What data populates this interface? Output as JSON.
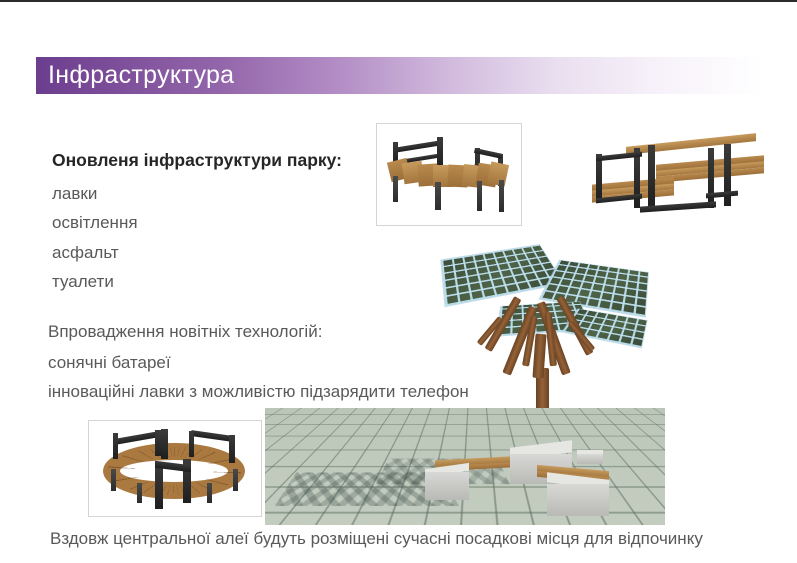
{
  "slide": {
    "title": "Інфраструктура",
    "background_color": "#ffffff",
    "title_gradient_from": "#6b3d8e",
    "title_gradient_to": "#ffffff",
    "title_text_color": "#ffffff"
  },
  "content": {
    "heading_1": "Оновленя інфраструктури парку:",
    "list_1": [
      "лавки",
      "освітлення",
      "асфальт",
      "туалети"
    ],
    "heading_2": "Впровадження новітніх технологій:",
    "list_2": [
      "сонячні батареї",
      "інноваційні лавки з можливістю підзарядити телефон"
    ],
    "caption": "Вздовж центральної алеї будуть розміщені сучасні посадкові місця для відпочинку"
  },
  "images": {
    "curved_bench": {
      "name": "curved-bench-photo",
      "alt": "Вигнута лавка з дерев'яними планками та металевим каркасом"
    },
    "double_bench": {
      "name": "double-sided-bench-photo",
      "alt": "Двостороння лавка з дерев'яним сидінням"
    },
    "ring_bench": {
      "name": "circular-bench-photo",
      "alt": "Кругла лавка навколо дерева"
    },
    "solar_tree_scene": {
      "name": "solar-tree-plaza-render",
      "alt": "3D візуалізація сонячного дерева з панелями над площею з лавками"
    }
  }
}
